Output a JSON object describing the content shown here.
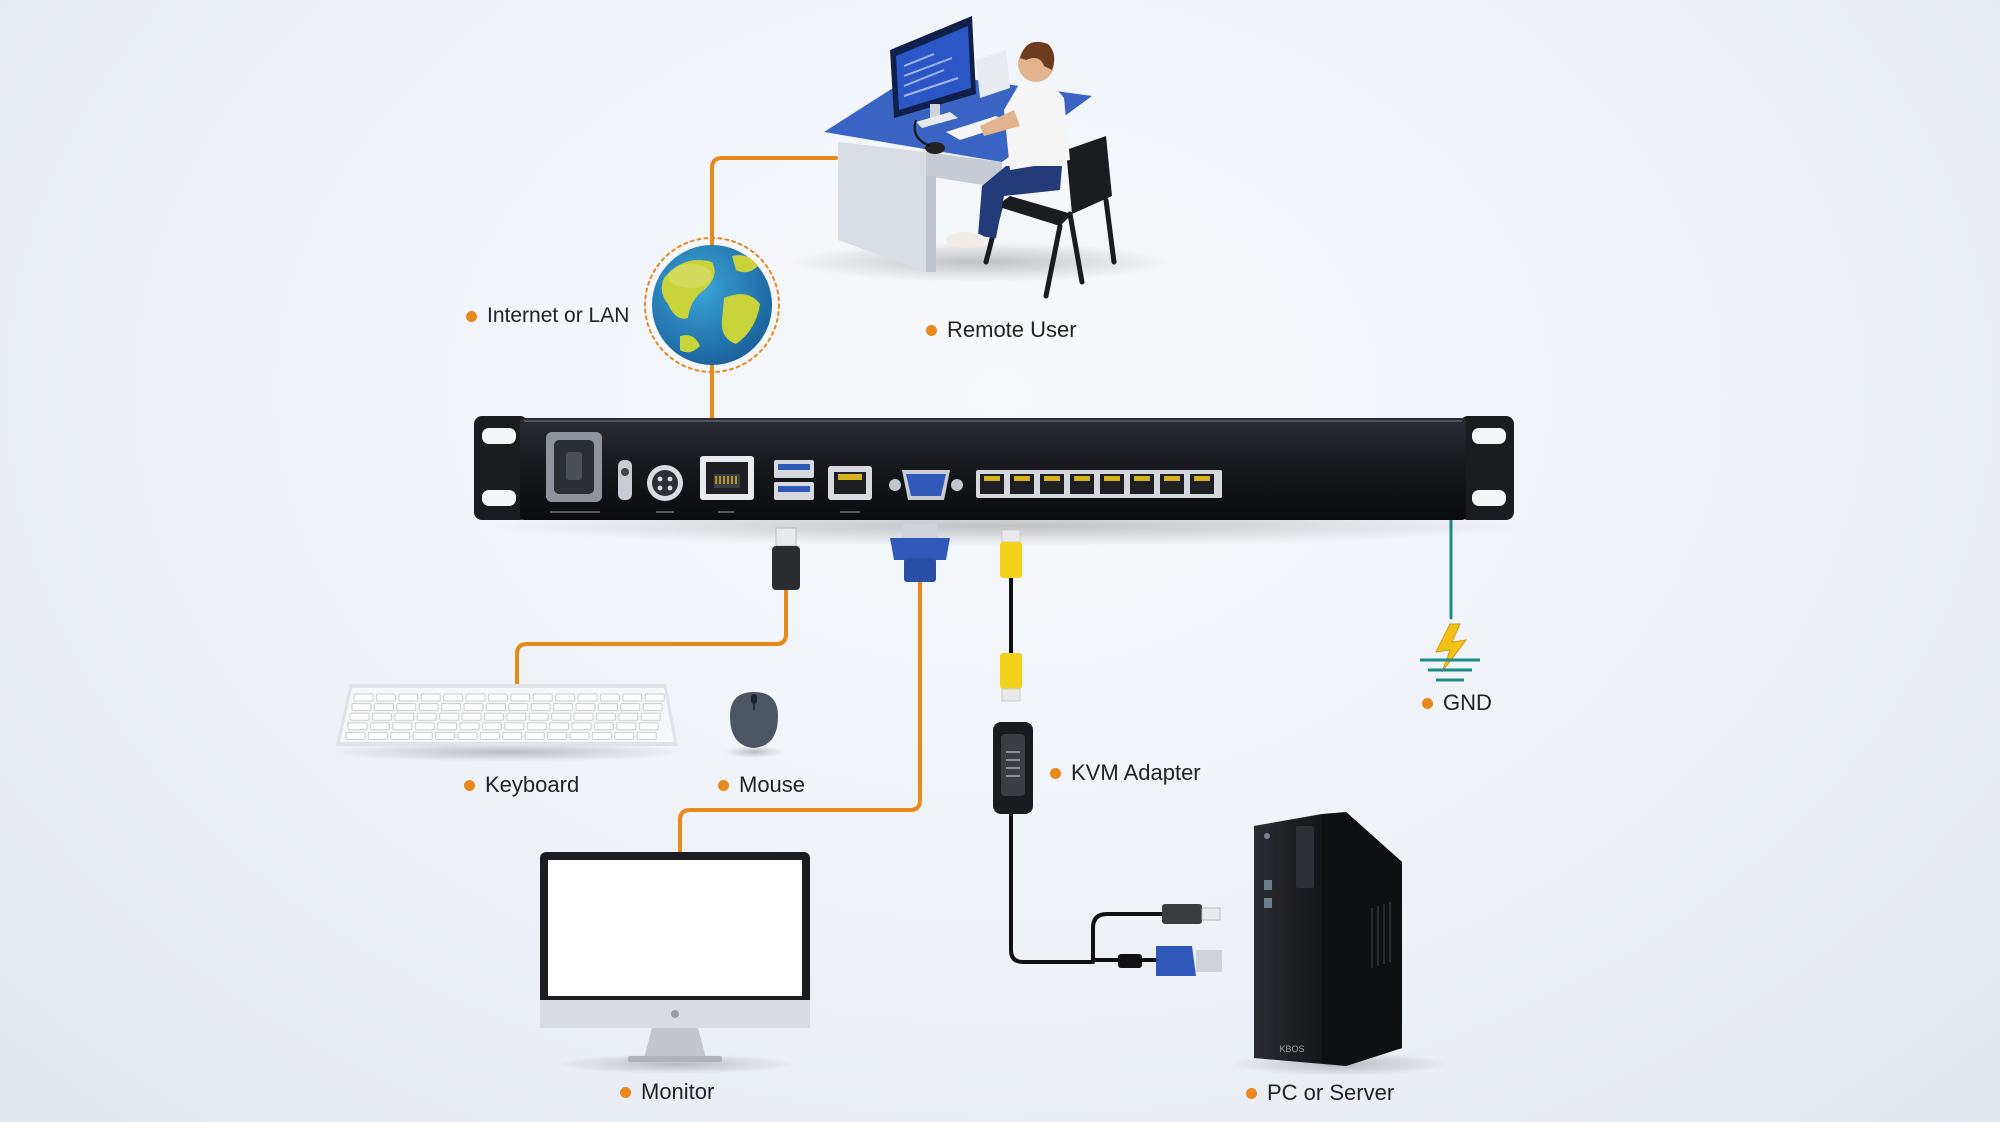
{
  "colors": {
    "cable_orange": "#e8891c",
    "cable_teal": "#1f8a8a",
    "rj45_yellow": "#f2d21b",
    "vga_blue": "#2f58b8",
    "label_dot": "#e8891c"
  },
  "labels": {
    "internet": "Internet or LAN",
    "remote_user": "Remote User",
    "keyboard": "Keyboard",
    "mouse": "Mouse",
    "kvm_adapter": "KVM Adapter",
    "gnd": "GND",
    "monitor": "Monitor",
    "pc_server": "PC or Server"
  },
  "device": {
    "port_count": 8,
    "tower_badge": "KBOS"
  }
}
